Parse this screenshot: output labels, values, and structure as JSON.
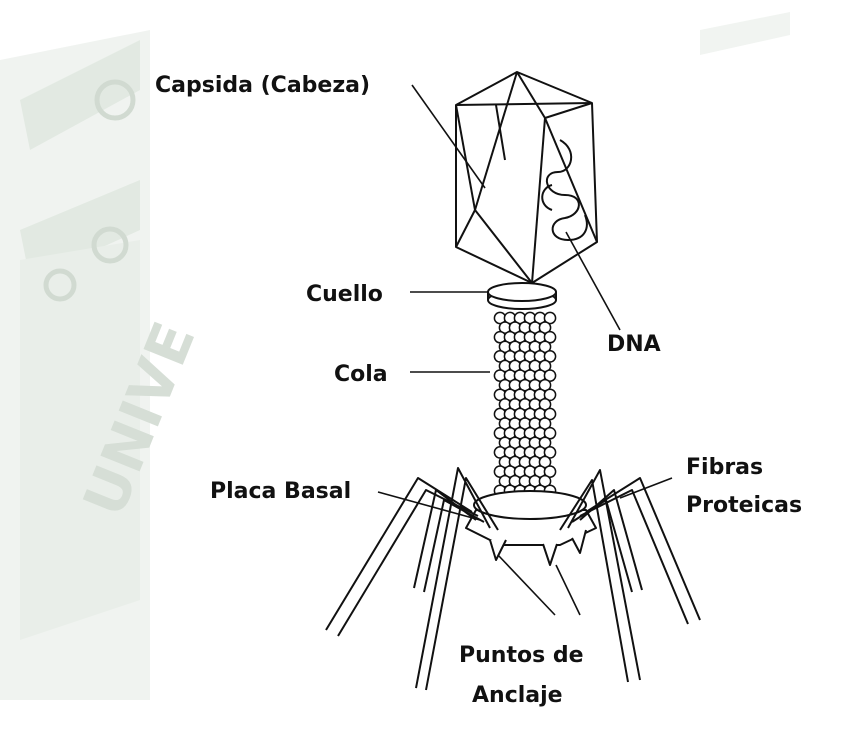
{
  "labels": {
    "capsid": "Capsida (Cabeza)",
    "dna": "DNA",
    "neck": "Cuello",
    "tail": "Cola",
    "base_plate": "Placa Basal",
    "fibers_line1": "Fibras",
    "fibers_line2": "Proteicas",
    "anchor_line1": "Puntos de",
    "anchor_line2": "Anclaje"
  },
  "watermark": {
    "text": "UNIVE",
    "color": "#cfd9cf"
  },
  "colors": {
    "ink": "#111111",
    "background": "#ffffff"
  }
}
